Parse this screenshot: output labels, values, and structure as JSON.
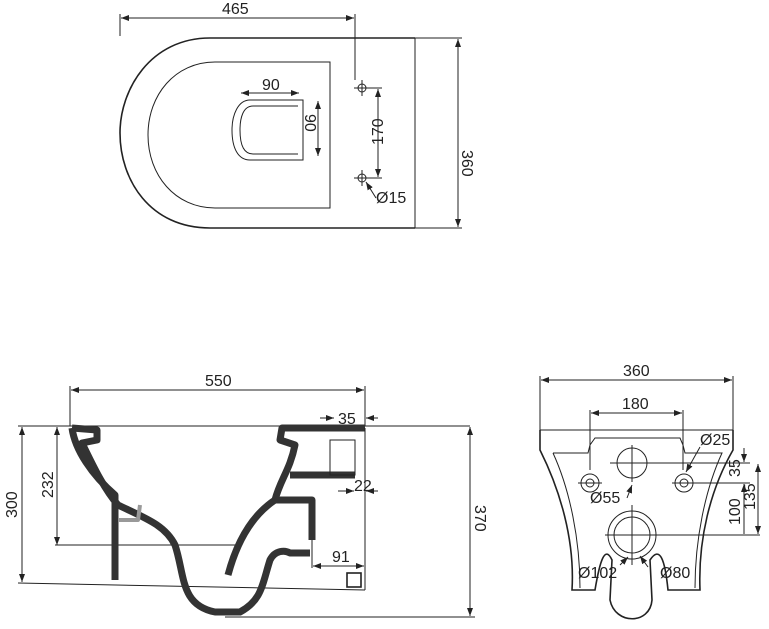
{
  "title": "Wall-hung toilet technical drawing",
  "top_view": {
    "length": "465",
    "width": "360",
    "opening_width": "90",
    "opening_depth": "90",
    "hole_spacing": "170",
    "hole_diameter": "Ø15"
  },
  "side_view": {
    "overall_length": "550",
    "height": "300",
    "rim_to_outlet": "232",
    "total_height": "370",
    "inlet_offset": "35",
    "inlet_wall": "22",
    "outlet_offset": "91"
  },
  "rear_view": {
    "width": "360",
    "bolt_spacing": "180",
    "bolt_hole": "Ø25",
    "inlet": "Ø55",
    "outlet_outer": "Ø102",
    "outlet_inner": "Ø80",
    "dim_35": "35",
    "dim_100": "100",
    "dim_135": "135"
  }
}
